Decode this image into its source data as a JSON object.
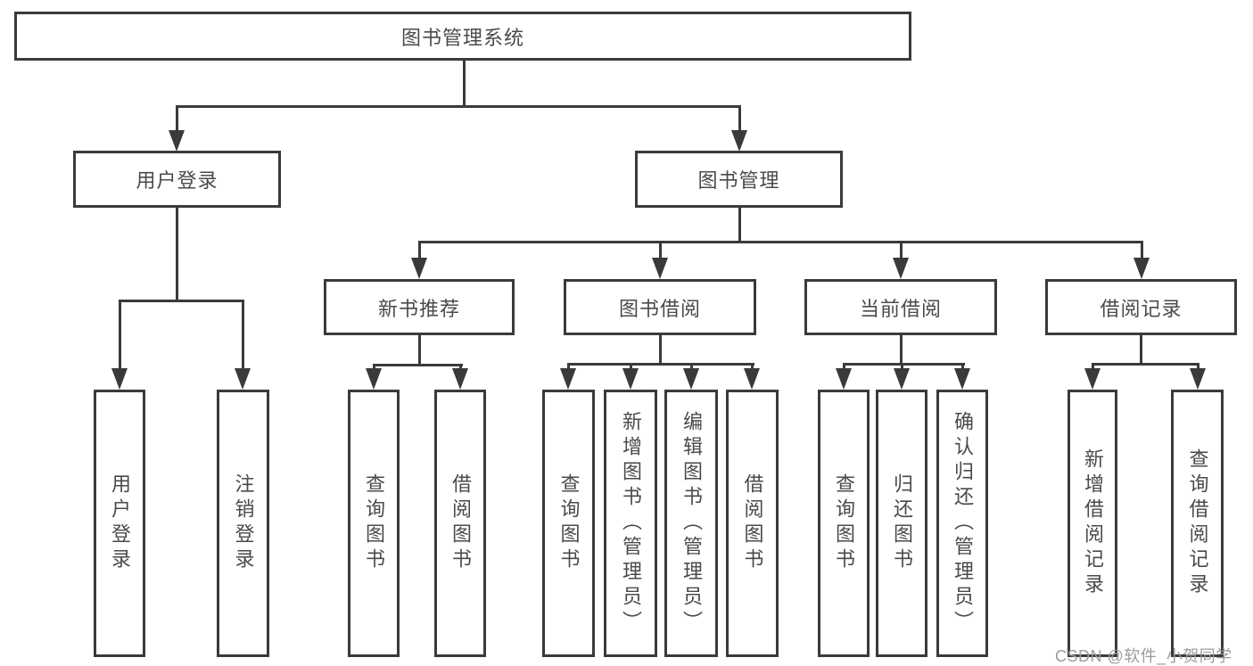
{
  "diagram": {
    "root": {
      "label": "图书管理系统"
    },
    "level2": [
      {
        "label": "用户登录"
      },
      {
        "label": "图书管理"
      }
    ],
    "level3": [
      {
        "label": "新书推荐"
      },
      {
        "label": "图书借阅"
      },
      {
        "label": "当前借阅"
      },
      {
        "label": "借阅记录"
      }
    ],
    "leaves": {
      "user_login": [
        "用户登录",
        "注销登录"
      ],
      "new_books": [
        "查询图书",
        "借阅图书"
      ],
      "book_borrowing": [
        "查询图书",
        "新增图书（管理员）",
        "编辑图书（管理员）",
        "借阅图书"
      ],
      "current_borrowing": [
        "查询图书",
        "归还图书",
        "确认归还（管理员）"
      ],
      "borrowing_records": [
        "新增借阅记录",
        "查询借阅记录"
      ]
    }
  },
  "colors": {
    "line": "#3a3a3a",
    "text": "#4a4a4a",
    "watermark_text": "#9c9c9c",
    "background": "#ffffff"
  },
  "watermark": {
    "text": "CSDN @软件_小贺同学"
  }
}
